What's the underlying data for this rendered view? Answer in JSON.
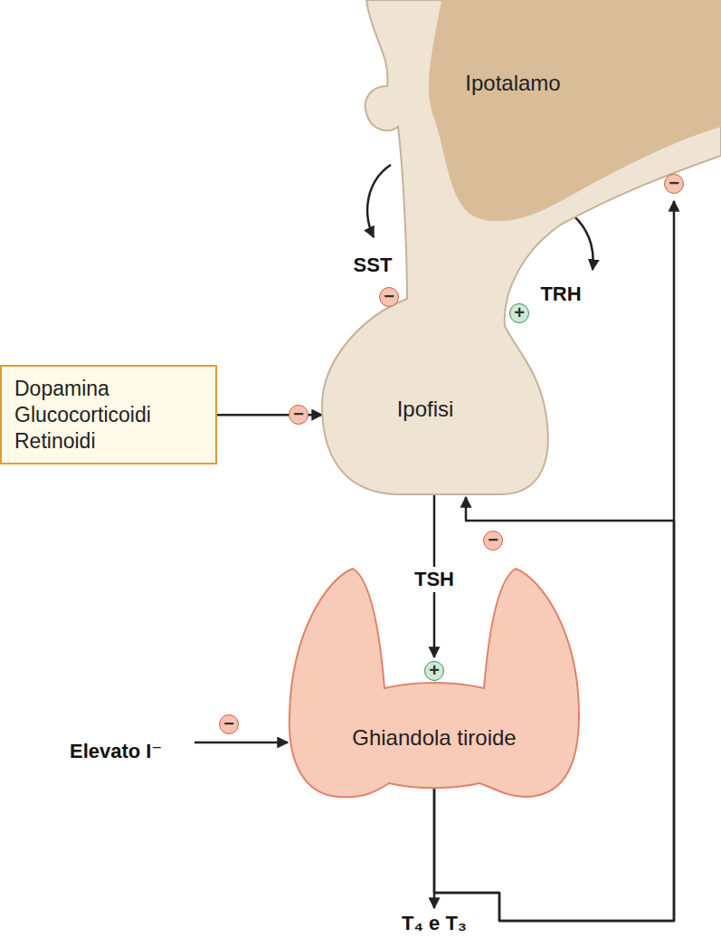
{
  "diagram": {
    "nodes": [
      {
        "text": [
          "Ipotalamo"
        ]
      },
      {
        "text": [
          "Dopamina Glucocorticoidi Retinoidi"
        ]
      },
      {
        "text": [
          "Ipofisi"
        ]
      },
      {
        "text": [
          "Ghiandola tiroide"
        ]
      }
    ],
    "edges": [
      {
        "from": 1,
        "to": 2,
        "arrow": "to"
      },
      {
        "from": 2,
        "to": 3,
        "arrow": "to",
        "label": "TSH"
      },
      {
        "from": 3,
        "to": 2,
        "arrow": "to"
      },
      {
        "from": 3,
        "to": 0,
        "arrow": "to"
      }
    ],
    "labels": [
      "−",
      "SST",
      "TRH",
      "−",
      "+",
      "−",
      "−",
      "+",
      "−",
      "Elevato I⁻",
      "T₄ e T₃"
    ]
  }
}
